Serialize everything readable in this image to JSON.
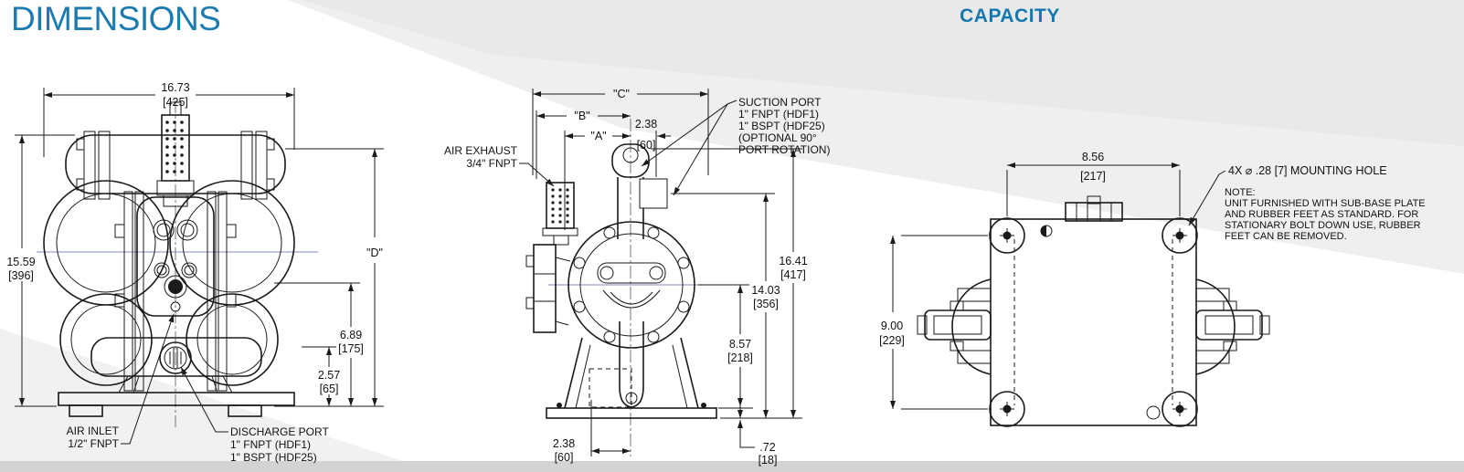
{
  "header": {
    "title": "DIMENSIONS",
    "capacity": "CAPACITY"
  },
  "colors": {
    "accent_blue": "#1c7cb2",
    "line": "#1a1a1a",
    "footer_bar": "#d3d3d3"
  },
  "front_view": {
    "dim_width": "16.73",
    "dim_width_mm": "[425]",
    "dim_height": "15.59",
    "dim_height_mm": "[396]",
    "dim_d": "\"D\"",
    "dim_689": "6.89",
    "dim_689_mm": "[175]",
    "dim_257": "2.57",
    "dim_257_mm": "[65]",
    "air_inlet_line1": "AIR INLET",
    "air_inlet_line2": "1/2\" FNPT",
    "discharge_line1": "DISCHARGE PORT",
    "discharge_line2": "1\" FNPT (HDF1)",
    "discharge_line3": "1\" BSPT (HDF25)"
  },
  "side_view": {
    "dim_c": "\"C\"",
    "dim_b": "\"B\"",
    "dim_a": "\"A\"",
    "dim_238_top": "2.38",
    "dim_238_top_mm": "[60]",
    "air_exhaust_line1": "AIR EXHAUST",
    "air_exhaust_line2": "3/4\" FNPT",
    "suction_line1": "SUCTION PORT",
    "suction_line2": "1\" FNPT (HDF1)",
    "suction_line3": "1\" BSPT (HDF25)",
    "suction_line4": "(OPTIONAL 90°",
    "suction_line5": "PORT ROTATION)",
    "dim_1641": "16.41",
    "dim_1641_mm": "[417]",
    "dim_1403": "14.03",
    "dim_1403_mm": "[356]",
    "dim_857": "8.57",
    "dim_857_mm": "[218]",
    "dim_238_bottom": "2.38",
    "dim_238_bottom_mm": "[60]",
    "dim_072": ".72",
    "dim_072_mm": "[18]"
  },
  "top_view": {
    "dim_856": "8.56",
    "dim_856_mm": "[217]",
    "dim_900": "9.00",
    "dim_900_mm": "[229]",
    "mounting_hole_label": "4X ⌀ .28 [7] MOUNTING HOLE",
    "note_line1": "NOTE:",
    "note_line2": "UNIT FURNISHED WITH SUB-BASE PLATE",
    "note_line3": "AND RUBBER FEET AS STANDARD. FOR",
    "note_line4": "STATIONARY BOLT DOWN USE, RUBBER",
    "note_line5": "FEET CAN BE REMOVED."
  }
}
